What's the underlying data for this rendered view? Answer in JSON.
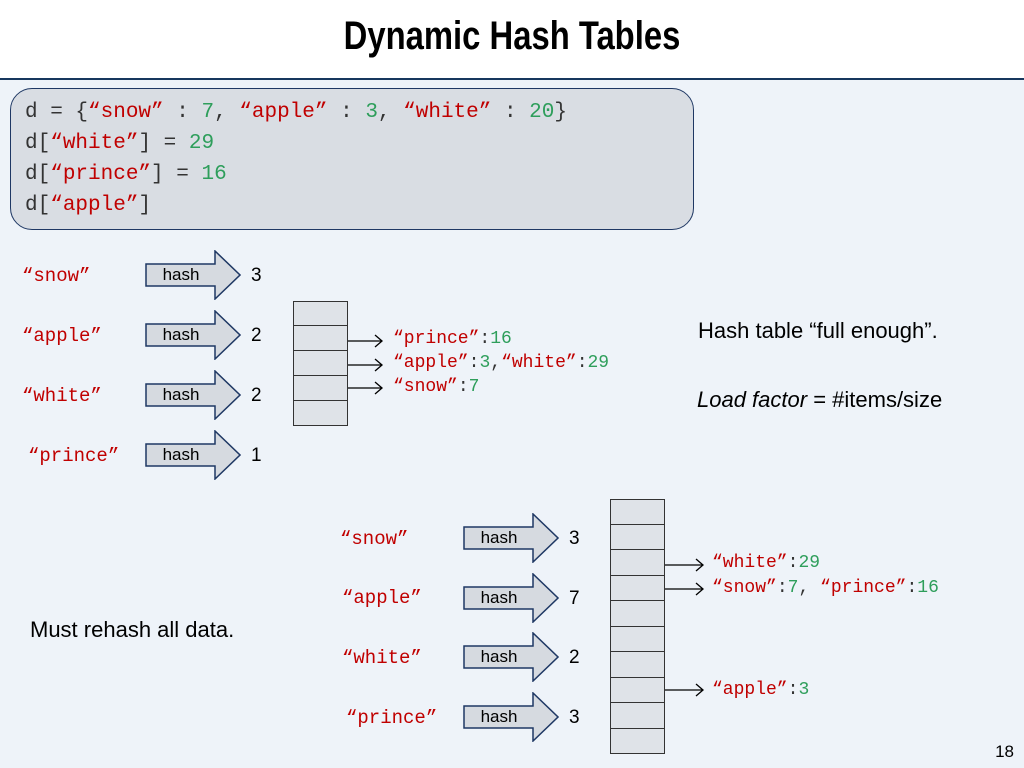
{
  "title": "Dynamic Hash Tables",
  "code": {
    "line1": {
      "p1": "d = {",
      "k1": "“snow”",
      "p2": " : ",
      "v1": "7",
      "p3": ", ",
      "k2": "“apple”",
      "p4": " : ",
      "v2": "3",
      "p5": ", ",
      "k3": "“white”",
      "p6": " : ",
      "v3": "20",
      "p7": "}"
    },
    "line2": {
      "p1": "d[",
      "k1": "“white”",
      "p2": "] = ",
      "v1": "29"
    },
    "line3": {
      "p1": "d[",
      "k1": "“prince”",
      "p2": "] = ",
      "v1": "16"
    },
    "line4": {
      "p1": "d[",
      "k1": "“apple”",
      "p2": "]"
    }
  },
  "hash_label": "hash",
  "table1": {
    "keys": [
      "“snow”",
      "“apple”",
      "“white”",
      "“prince”"
    ],
    "indices": [
      "3",
      "2",
      "2",
      "1"
    ],
    "entries": {
      "e1": {
        "k1": "“prince”",
        "s1": ":",
        "v1": "16"
      },
      "e2": {
        "k1": "“apple”",
        "s1": ":",
        "v1": "3",
        "c1": ",",
        "k2": "“white”",
        "s2": ":",
        "v2": "29"
      },
      "e3": {
        "k1": "“snow”",
        "s1": ":",
        "v1": "7"
      }
    }
  },
  "table2": {
    "keys": [
      "“snow”",
      "“apple”",
      "“white”",
      "“prince”"
    ],
    "indices": [
      "3",
      "7",
      "2",
      "3"
    ],
    "entries": {
      "e1": {
        "k1": "“white”",
        "s1": ":",
        "v1": "29"
      },
      "e2": {
        "k1": "“snow”",
        "s1": ":",
        "v1": "7",
        "c1": ", ",
        "k2": "“prince”",
        "s2": ":",
        "v2": "16"
      },
      "e3": {
        "k1": "“apple”",
        "s1": ":",
        "v1": "3"
      }
    }
  },
  "notes": {
    "full_enough": "Hash table “full enough”.",
    "load_factor_em": "Load factor",
    "load_factor_rest": " = #items/size",
    "rehash": "Must rehash all data."
  },
  "page_number": "18"
}
